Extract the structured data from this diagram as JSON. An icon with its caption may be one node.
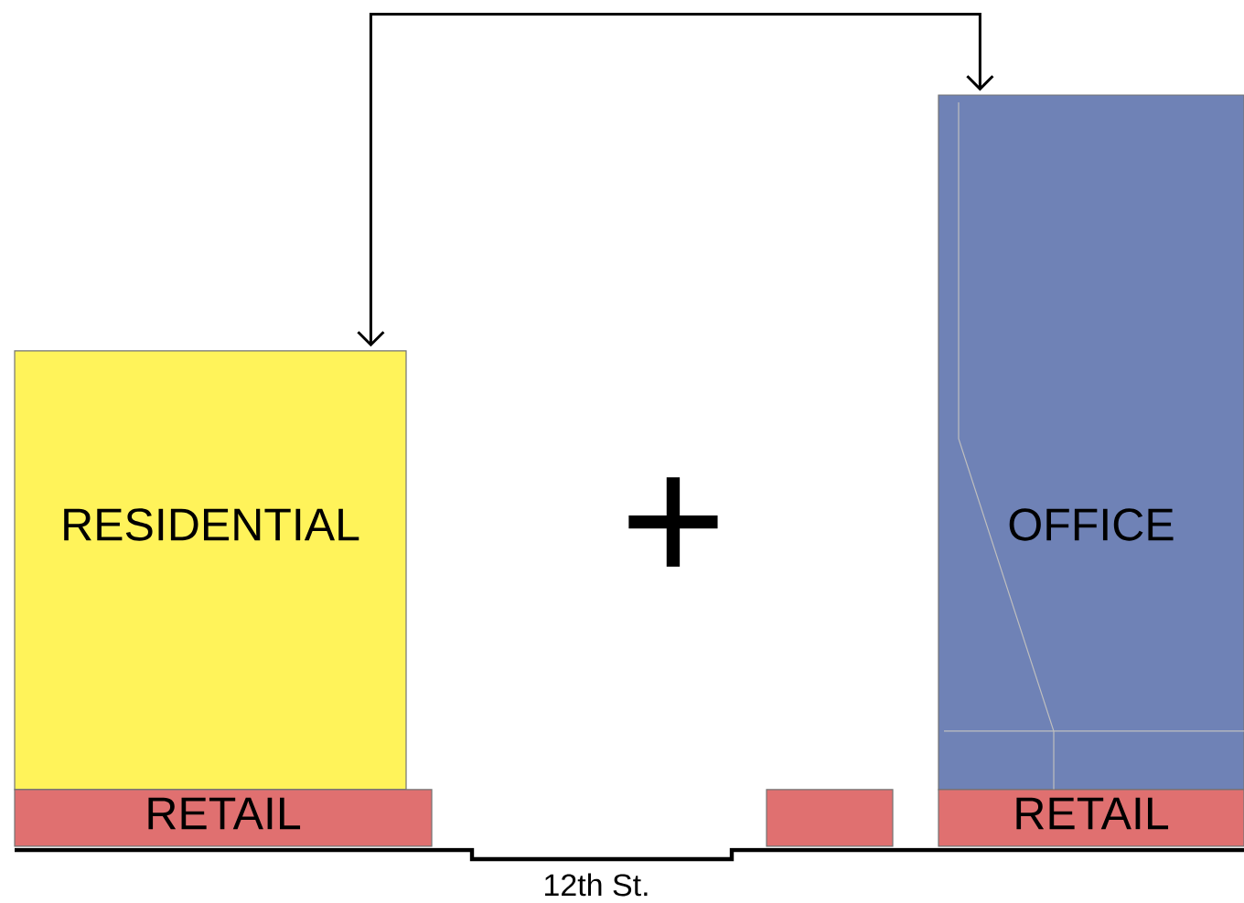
{
  "diagram": {
    "nodes": [
      {
        "text": [
          "RESIDENTIAL"
        ]
      },
      {
        "text": [
          "OFFICE"
        ]
      },
      {
        "text": [
          "RETAIL"
        ]
      },
      {
        "text": [],
        "shape": "box"
      },
      {
        "text": [
          "RETAIL"
        ]
      }
    ],
    "edges": [
      {
        "from": 0,
        "to": 1,
        "arrow": "both"
      }
    ],
    "labels": [
      "+",
      "12th St."
    ]
  }
}
